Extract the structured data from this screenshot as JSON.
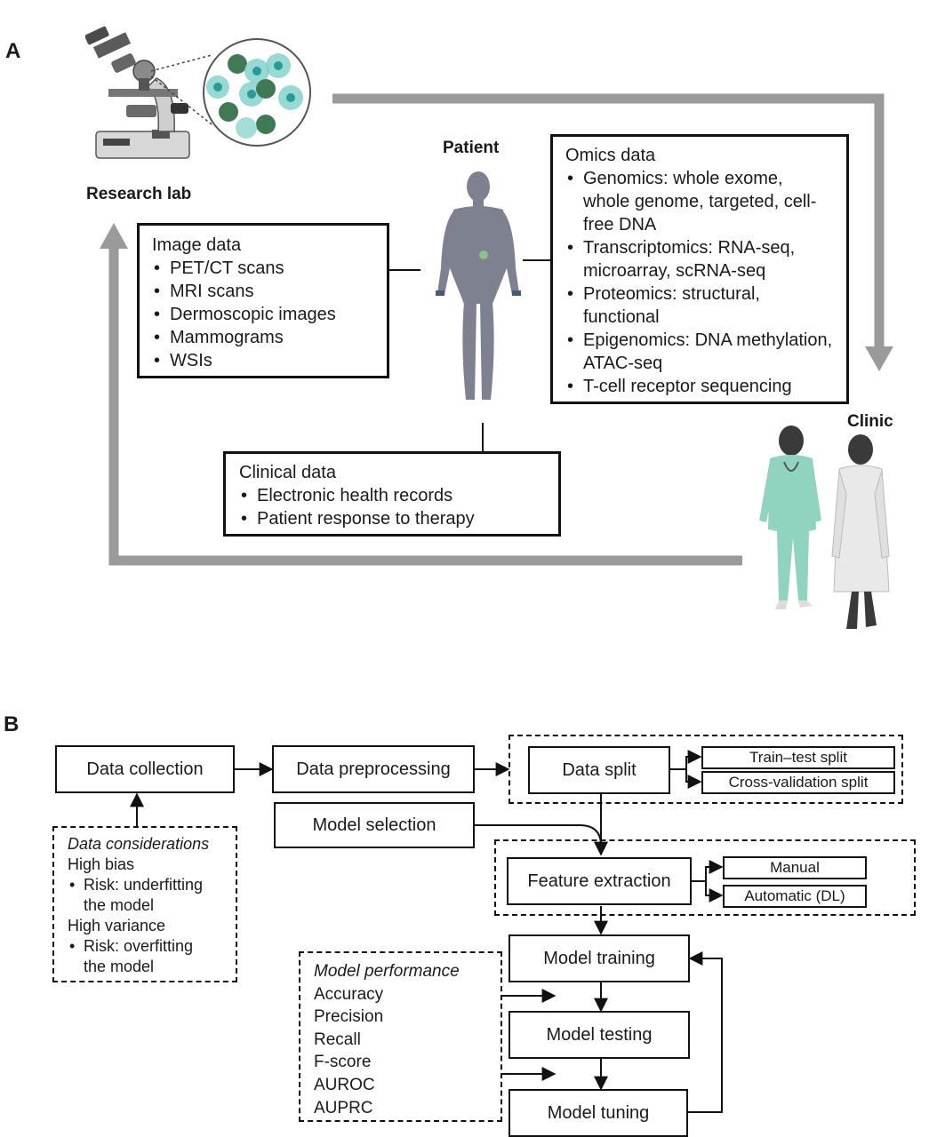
{
  "panel_a": {
    "label": "A",
    "research_lab": "Research lab",
    "patient": "Patient",
    "clinic": "Clinic",
    "image_data": {
      "title": "Image data",
      "items": [
        "PET/CT scans",
        "MRI scans",
        "Dermoscopic images",
        "Mammograms",
        "WSIs"
      ]
    },
    "omics_data": {
      "title": "Omics data",
      "items": [
        "Genomics: whole exome, whole genome, targeted, cell-free DNA",
        "Transcriptomics: RNA-seq, microarray, scRNA-seq",
        "Proteomics: structural, functional",
        "Epigenomics: DNA methylation, ATAC-seq",
        "T-cell receptor sequencing"
      ]
    },
    "clinical_data": {
      "title": "Clinical data",
      "items": [
        "Electronic health records",
        "Patient response to therapy"
      ]
    },
    "colors": {
      "arrow": "#9a9a9a",
      "nurse_scrubs": "#8fd3c0",
      "skin": "#3a3a3a",
      "body": "#7d8190",
      "cell_teal": "#7dd0c8",
      "cell_green": "#3f7a55"
    }
  },
  "panel_b": {
    "label": "B",
    "data_collection": "Data collection",
    "data_preprocessing": "Data preprocessing",
    "data_split": "Data split",
    "train_test_split": "Train–test split",
    "cross_validation_split": "Cross-validation split",
    "model_selection": "Model selection",
    "feature_extraction": "Feature extraction",
    "manual": "Manual",
    "automatic": "Automatic (DL)",
    "model_training": "Model training",
    "model_testing": "Model testing",
    "model_tuning": "Model tuning",
    "data_considerations": {
      "title": "Data considerations",
      "high_bias": "High bias",
      "risk_under_1": "Risk: underfitting",
      "risk_under_2": "the model",
      "high_variance": "High variance",
      "risk_over_1": "Risk: overfitting",
      "risk_over_2": "the model"
    },
    "model_performance": {
      "title": "Model performance",
      "metrics": [
        "Accuracy",
        "Precision",
        "Recall",
        "F-score",
        "AUROC",
        "AUPRC"
      ]
    }
  }
}
